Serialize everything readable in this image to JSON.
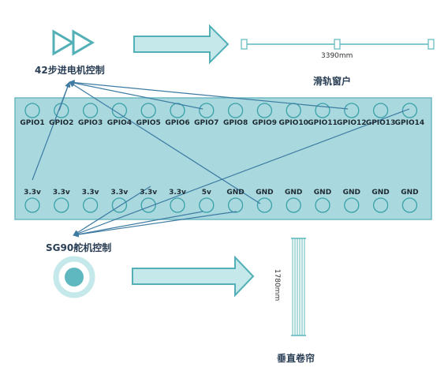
{
  "colors": {
    "board_fill": "#a9d9de",
    "board_stroke": "#6dbac2",
    "pin_fill": "#a9d9de",
    "pin_stroke": "#3aa0a8",
    "wire": "#3d7ba3",
    "arrow_fill": "#c5e8ea",
    "arrow_stroke": "#52b0b6",
    "rail": "#5bb7bd"
  },
  "labels": {
    "stepper": "42步进电机控制",
    "servo": "SG90舵机控制",
    "window_rail": "滑轨窗户",
    "window_length": "3390mm",
    "blind": "垂直卷帘",
    "blind_length": "1780mm"
  },
  "icons": {
    "stepper": "double-play-icon",
    "servo": "servo-ring-icon"
  },
  "top_pins": [
    "GPIO1",
    "GPIO2",
    "GPIO3",
    "GPIO4",
    "GPIO5",
    "GPIO6",
    "GPIO7",
    "GPIO8",
    "GPIO9",
    "GPIO10",
    "GPIO11",
    "GPIO12",
    "GPIO13",
    "GPIO14"
  ],
  "bottom_pins": [
    "3.3v",
    "3.3v",
    "3.3v",
    "3.3v",
    "3.3v",
    "3.3v",
    "5v",
    "GND",
    "GND",
    "GND",
    "GND",
    "GND",
    "GND",
    "GND"
  ]
}
